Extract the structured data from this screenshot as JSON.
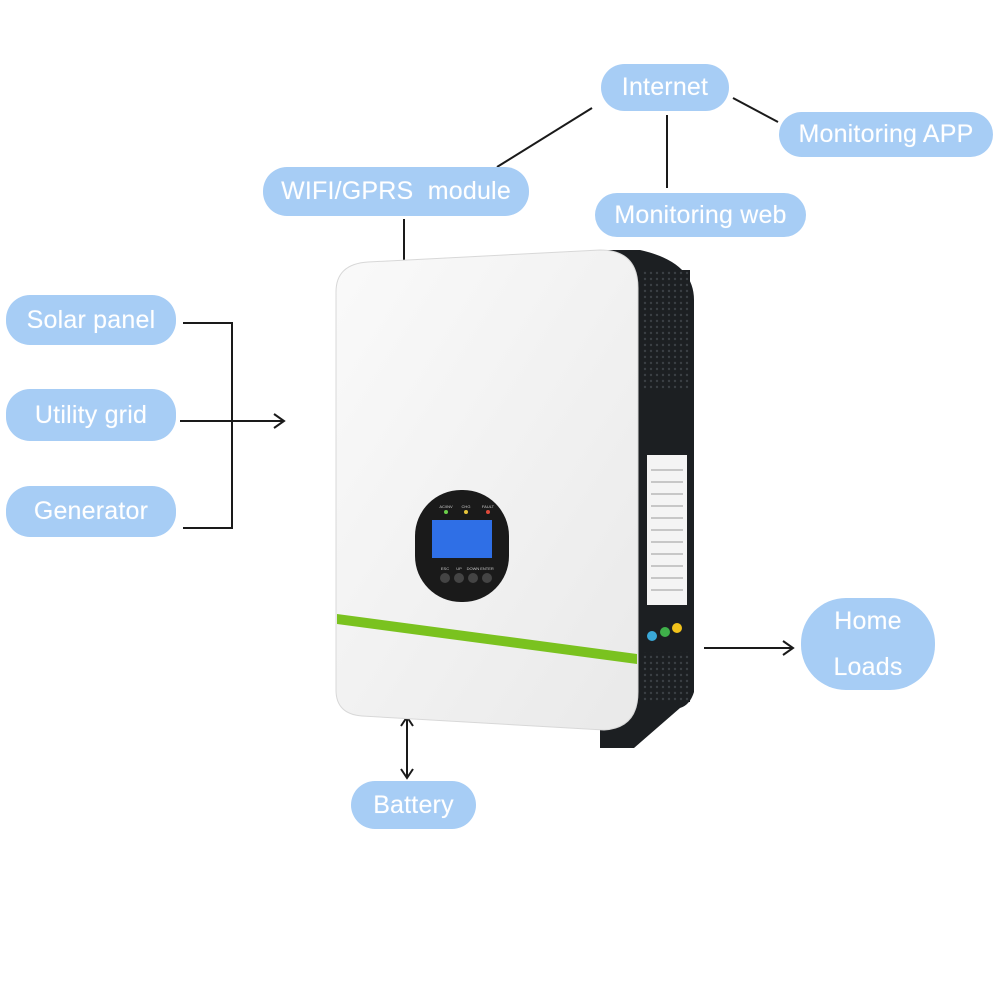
{
  "labels": {
    "internet": "Internet",
    "monitoring_app": "Monitoring APP",
    "wifi_module": "WIFI/GPRS  module",
    "monitoring_web": "Monitoring web",
    "solar_panel": "Solar panel",
    "utility_grid": "Utility grid",
    "generator": "Generator",
    "home_loads_line1": "Home",
    "home_loads_line2": "Loads",
    "battery": "Battery"
  },
  "device": {
    "display_indicators": [
      "AC/INV",
      "CHG",
      "FAULT"
    ],
    "button_labels": [
      "ESC",
      "UP",
      "DOWN",
      "ENTER"
    ]
  },
  "colors": {
    "pill_bg": "#a7cdf5",
    "pill_text": "#ffffff",
    "connector": "#1a1a1a",
    "accent_stripe": "#7ac21f",
    "lcd": "#2f6fe6",
    "chassis": "#1c1f22"
  }
}
